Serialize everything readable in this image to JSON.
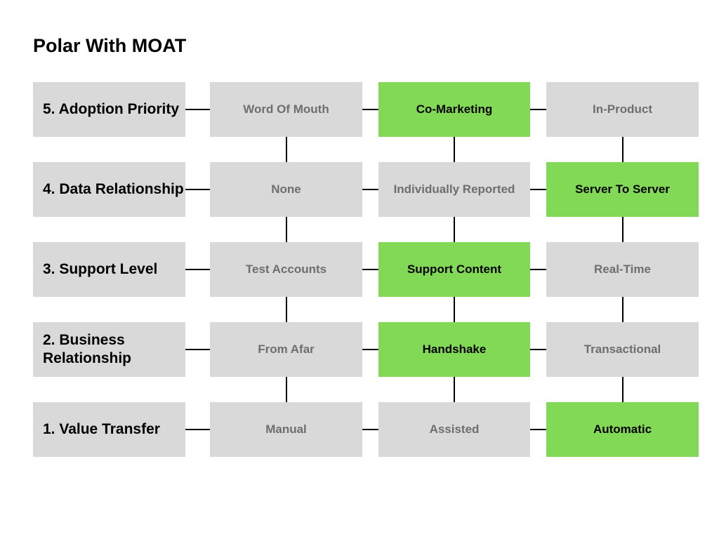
{
  "title": "Polar With MOAT",
  "colors": {
    "selected": "#82d955",
    "unselected": "#d9d9d9",
    "connector": "#000000"
  },
  "rows": [
    {
      "label": "5. Adoption Priority",
      "options": [
        "Word Of Mouth",
        "Co-Marketing",
        "In-Product"
      ],
      "selected": 1
    },
    {
      "label": "4. Data Relationship",
      "options": [
        "None",
        "Individually Reported",
        "Server To Server"
      ],
      "selected": 2
    },
    {
      "label": "3. Support Level",
      "options": [
        "Test Accounts",
        "Support Content",
        "Real-Time"
      ],
      "selected": 1
    },
    {
      "label": "2. Business Relationship",
      "options": [
        "From Afar",
        "Handshake",
        "Transactional"
      ],
      "selected": 1
    },
    {
      "label": "1. Value Transfer",
      "options": [
        "Manual",
        "Assisted",
        "Automatic"
      ],
      "selected": 2
    }
  ]
}
